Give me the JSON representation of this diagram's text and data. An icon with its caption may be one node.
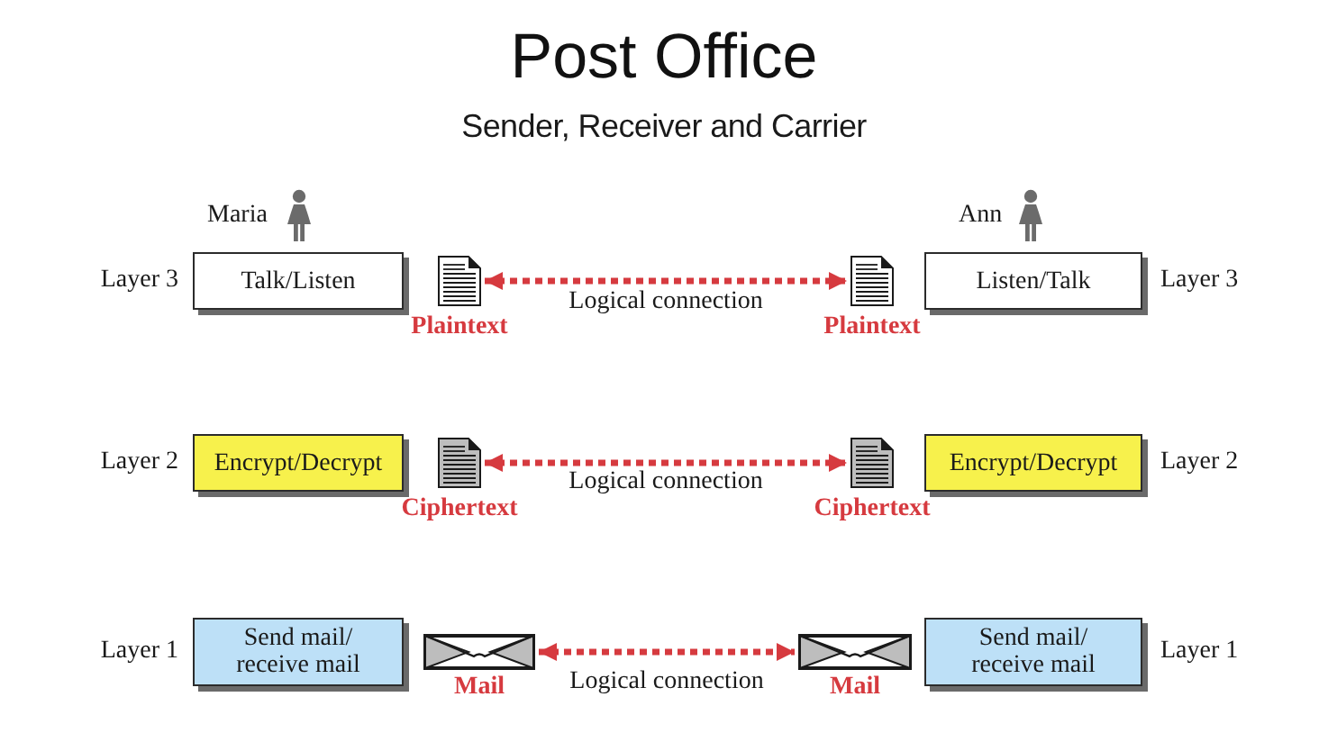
{
  "diagram": {
    "title": "Post Office",
    "nodes": [
      {
        "text": [
          "Talk/Listen"
        ],
        "beside": [
          "Layer 3"
        ]
      },
      {
        "text": [],
        "shape": "document",
        "beside": [
          "Plaintext"
        ]
      },
      {
        "text": [],
        "shape": "document",
        "beside": [
          "Plaintext"
        ]
      },
      {
        "text": [
          "Listen/Talk"
        ],
        "beside": [
          "Layer 3"
        ]
      },
      {
        "text": [
          "Encrypt/Decrypt"
        ],
        "beside": [
          "Layer 2"
        ]
      },
      {
        "text": [],
        "shape": "document",
        "beside": [
          "Ciphertext"
        ]
      },
      {
        "text": [],
        "shape": "document",
        "beside": [
          "Ciphertext"
        ]
      },
      {
        "text": [
          "Encrypt/Decrypt"
        ],
        "beside": [
          "Layer 2"
        ]
      },
      {
        "text": [
          "Send mail/ receive mail"
        ],
        "beside": [
          "Layer 1"
        ]
      },
      {
        "text": [],
        "shape": "envelope",
        "beside": [
          "Mail"
        ]
      },
      {
        "text": [],
        "shape": "envelope",
        "beside": [
          "Mail"
        ]
      },
      {
        "text": [
          "Send mail/ receive mail"
        ],
        "beside": [
          "Layer 1"
        ]
      }
    ],
    "edges": [
      {
        "from": 1,
        "to": 2,
        "arrow": "both",
        "label": "Logical connection",
        "style": "dashed"
      },
      {
        "from": 5,
        "to": 6,
        "arrow": "both",
        "label": "Logical connection",
        "style": "dashed"
      },
      {
        "from": 9,
        "to": 10,
        "arrow": "both",
        "label": "Logical connection",
        "style": "dashed"
      }
    ],
    "labels": [
      "Sender, Receiver and Carrier",
      "Maria",
      "Ann"
    ]
  }
}
